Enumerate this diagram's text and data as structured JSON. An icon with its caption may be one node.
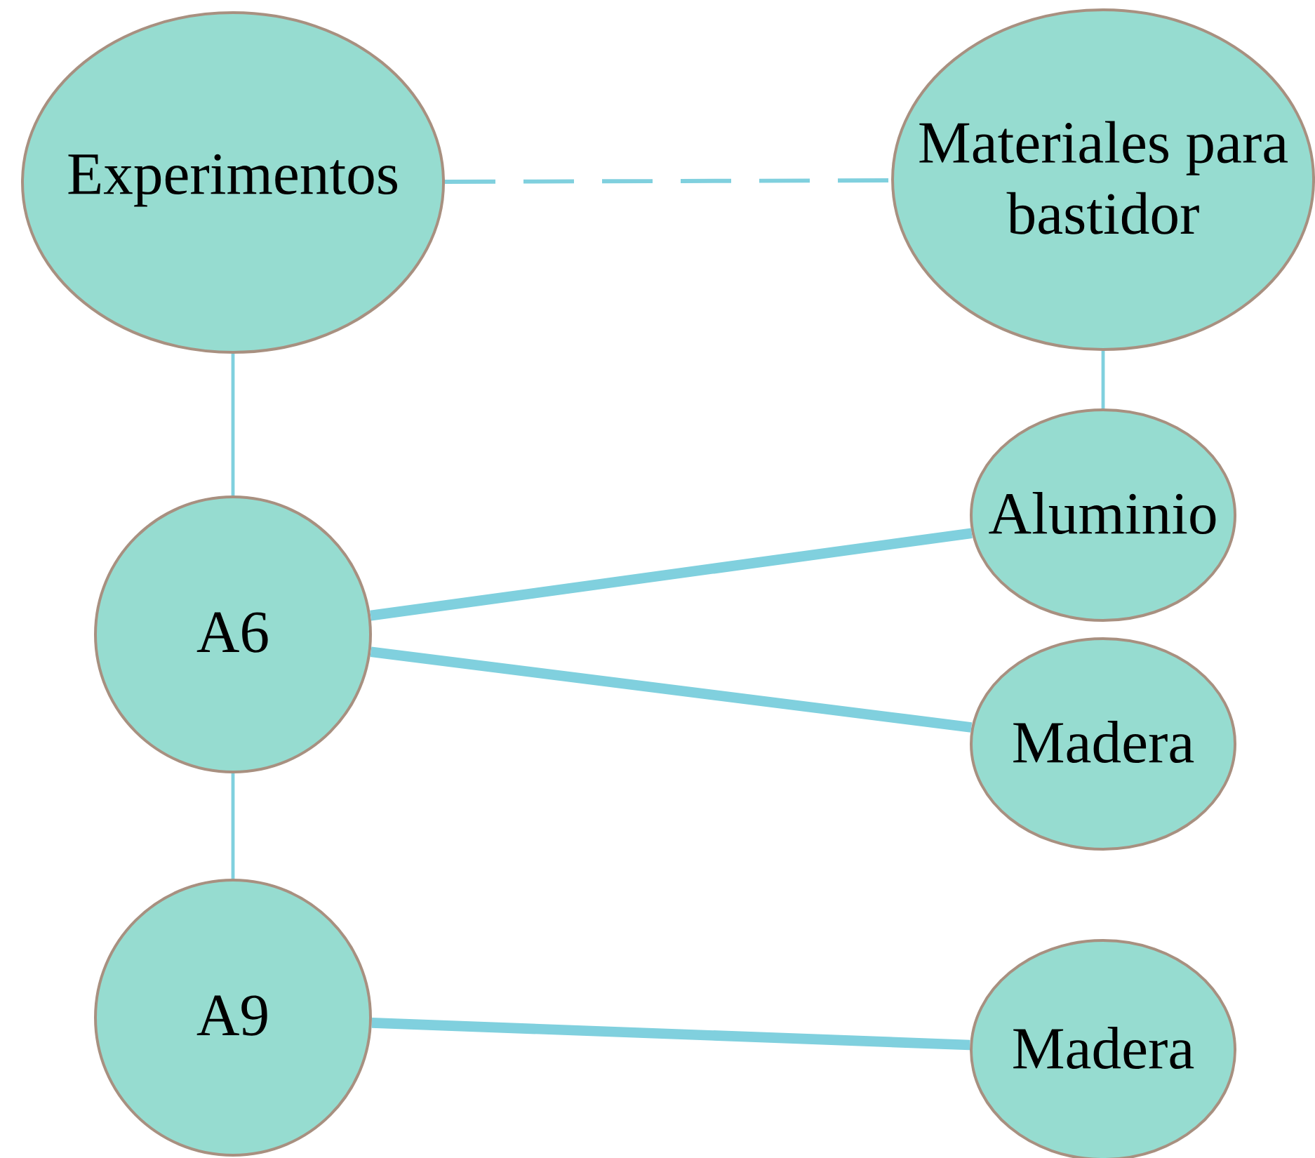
{
  "diagram": {
    "nodes": [
      {
        "text": [
          "Experimentos"
        ]
      },
      {
        "text": [
          "Materiales para bastidor"
        ]
      },
      {
        "text": [
          "A6"
        ]
      },
      {
        "text": [
          "Aluminio"
        ]
      },
      {
        "text": [
          "Madera"
        ]
      },
      {
        "text": [
          "A9"
        ]
      },
      {
        "text": [
          "Madera"
        ]
      }
    ],
    "edges": [
      {
        "from": 0,
        "to": 1,
        "arrow": "none",
        "style": "dashed"
      },
      {
        "from": 0,
        "to": 2,
        "arrow": "none"
      },
      {
        "from": 1,
        "to": 3,
        "arrow": "none"
      },
      {
        "from": 2,
        "to": 3,
        "arrow": "none",
        "style": "thick"
      },
      {
        "from": 2,
        "to": 4,
        "arrow": "none",
        "style": "thick"
      },
      {
        "from": 2,
        "to": 5,
        "arrow": "none"
      },
      {
        "from": 5,
        "to": 6,
        "arrow": "none",
        "style": "thick"
      }
    ]
  }
}
